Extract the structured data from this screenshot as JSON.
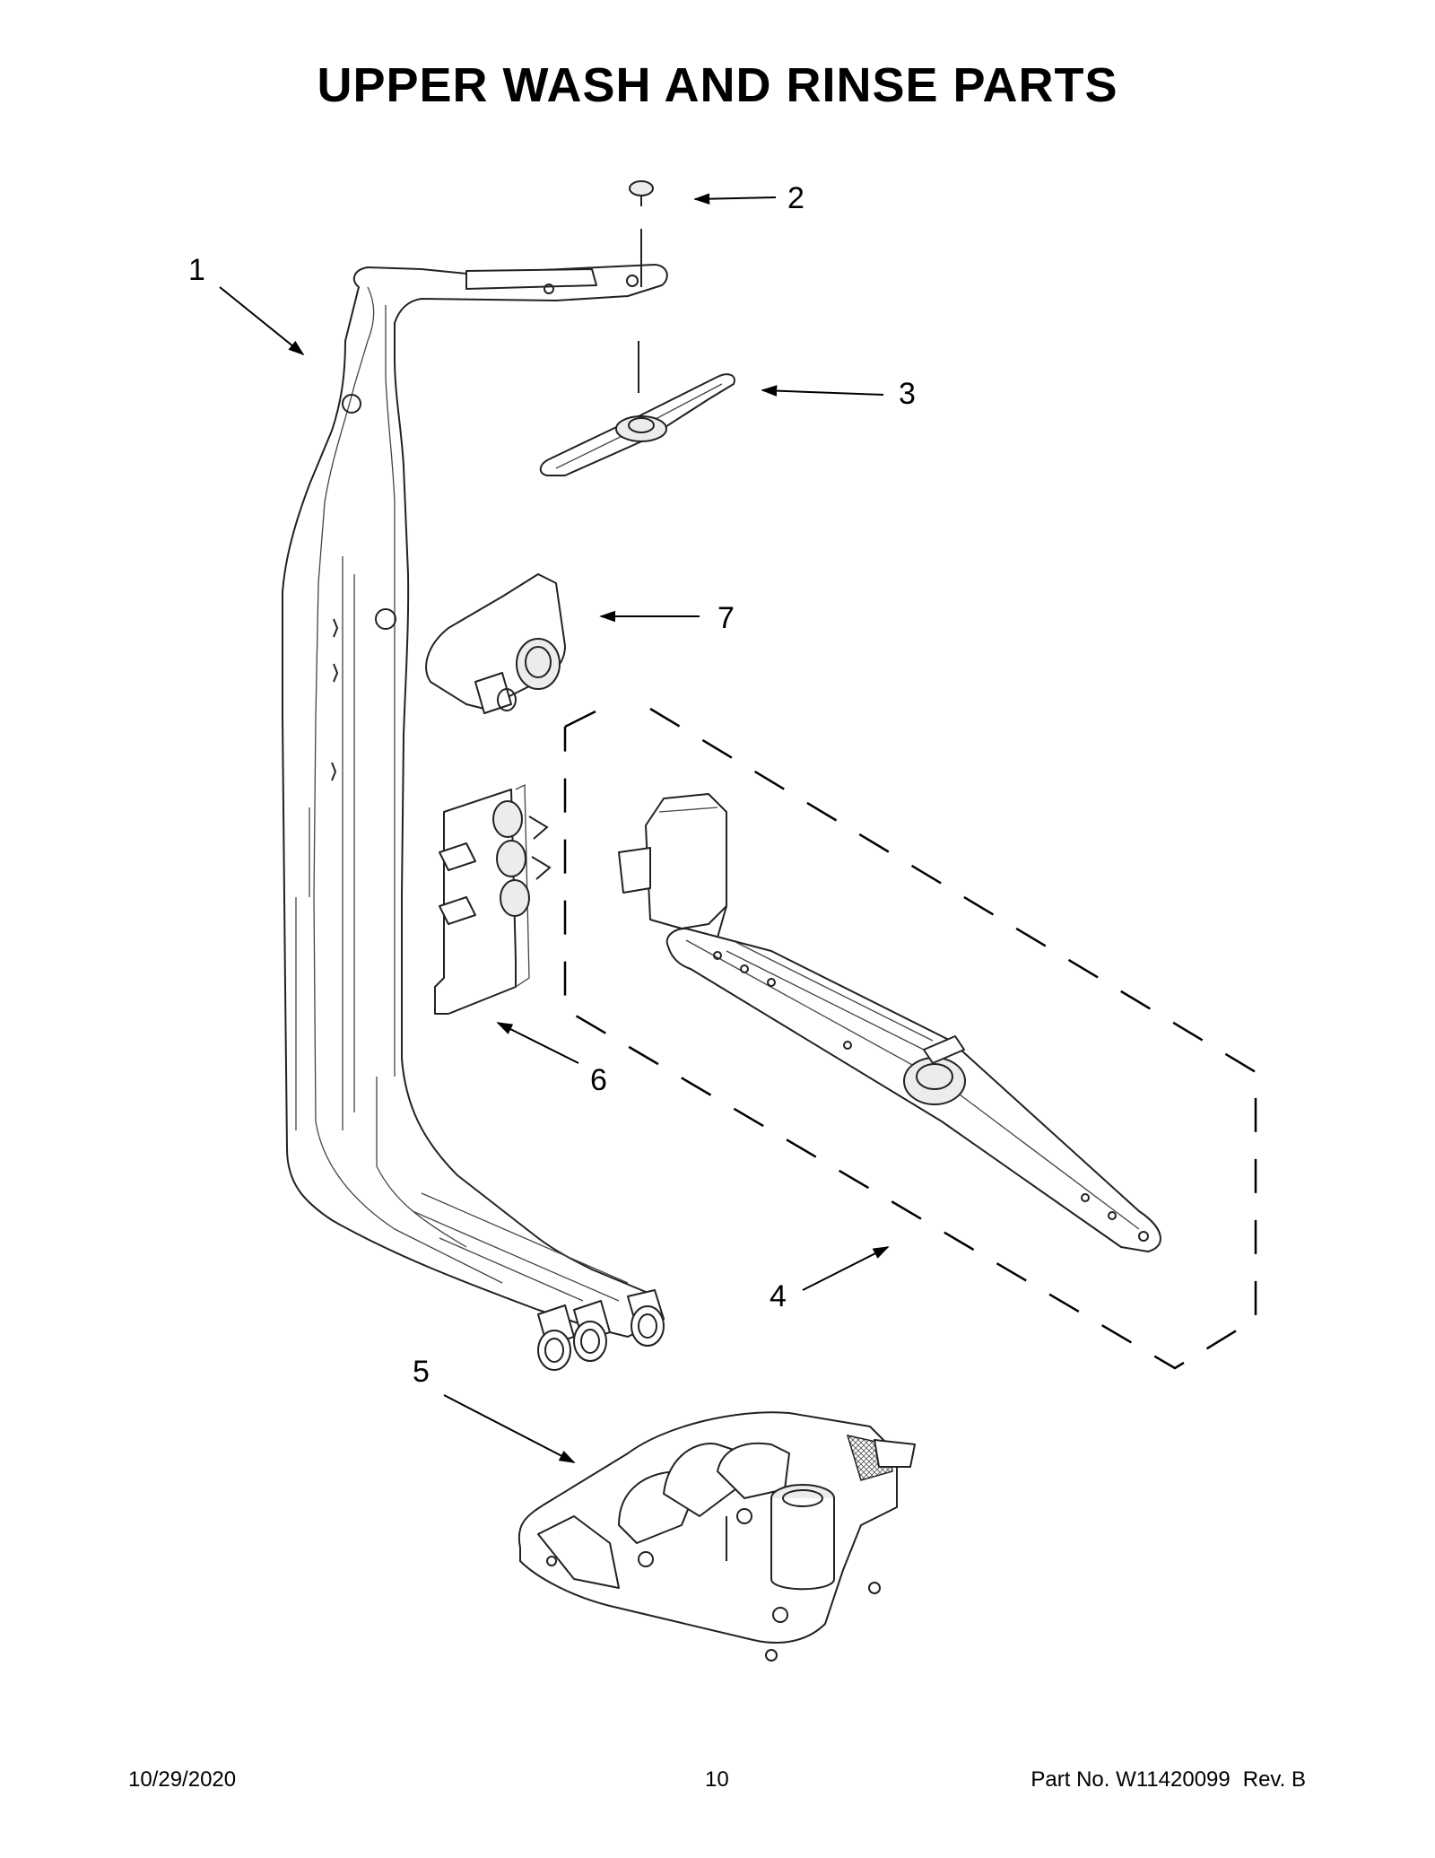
{
  "page": {
    "title": "UPPER WASH AND RINSE PARTS",
    "footer": {
      "date": "10/29/2020",
      "page_number": "10",
      "part_number": "Part No.  W11420099",
      "revision": "Rev.  B"
    }
  },
  "callouts": [
    {
      "id": "1"
    },
    {
      "id": "2"
    },
    {
      "id": "3"
    },
    {
      "id": "4"
    },
    {
      "id": "5"
    },
    {
      "id": "6"
    },
    {
      "id": "7"
    }
  ]
}
